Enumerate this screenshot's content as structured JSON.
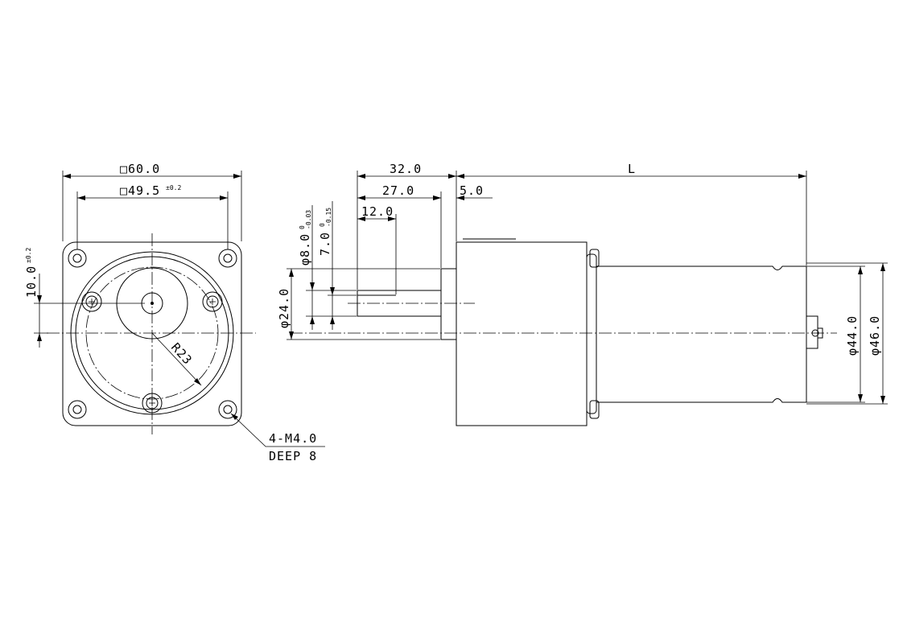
{
  "front_view": {
    "square_outer": "□60.0",
    "square_inner_base": "□49.5",
    "square_inner_tol": "±0.2",
    "offset_base": "10.0",
    "offset_tol": "±0.2",
    "radius": "R23",
    "hole_spec": "4-M4.0",
    "hole_depth": "DEEP 8"
  },
  "side_view": {
    "dim_32": "32.0",
    "dim_27": "27.0",
    "dim_12": "12.0",
    "dim_5": "5.0",
    "dim_L": "L",
    "shaft_dia_base": "φ8.0",
    "shaft_dia_tol_upper": "0",
    "shaft_dia_tol_lower": "-0.03",
    "flat_base": "7.0",
    "flat_tol_upper": "0",
    "flat_tol_lower": "-0.15",
    "boss_dia": "φ24.0",
    "motor_dia": "φ44.0",
    "gearbox_dia": "φ46.0"
  }
}
